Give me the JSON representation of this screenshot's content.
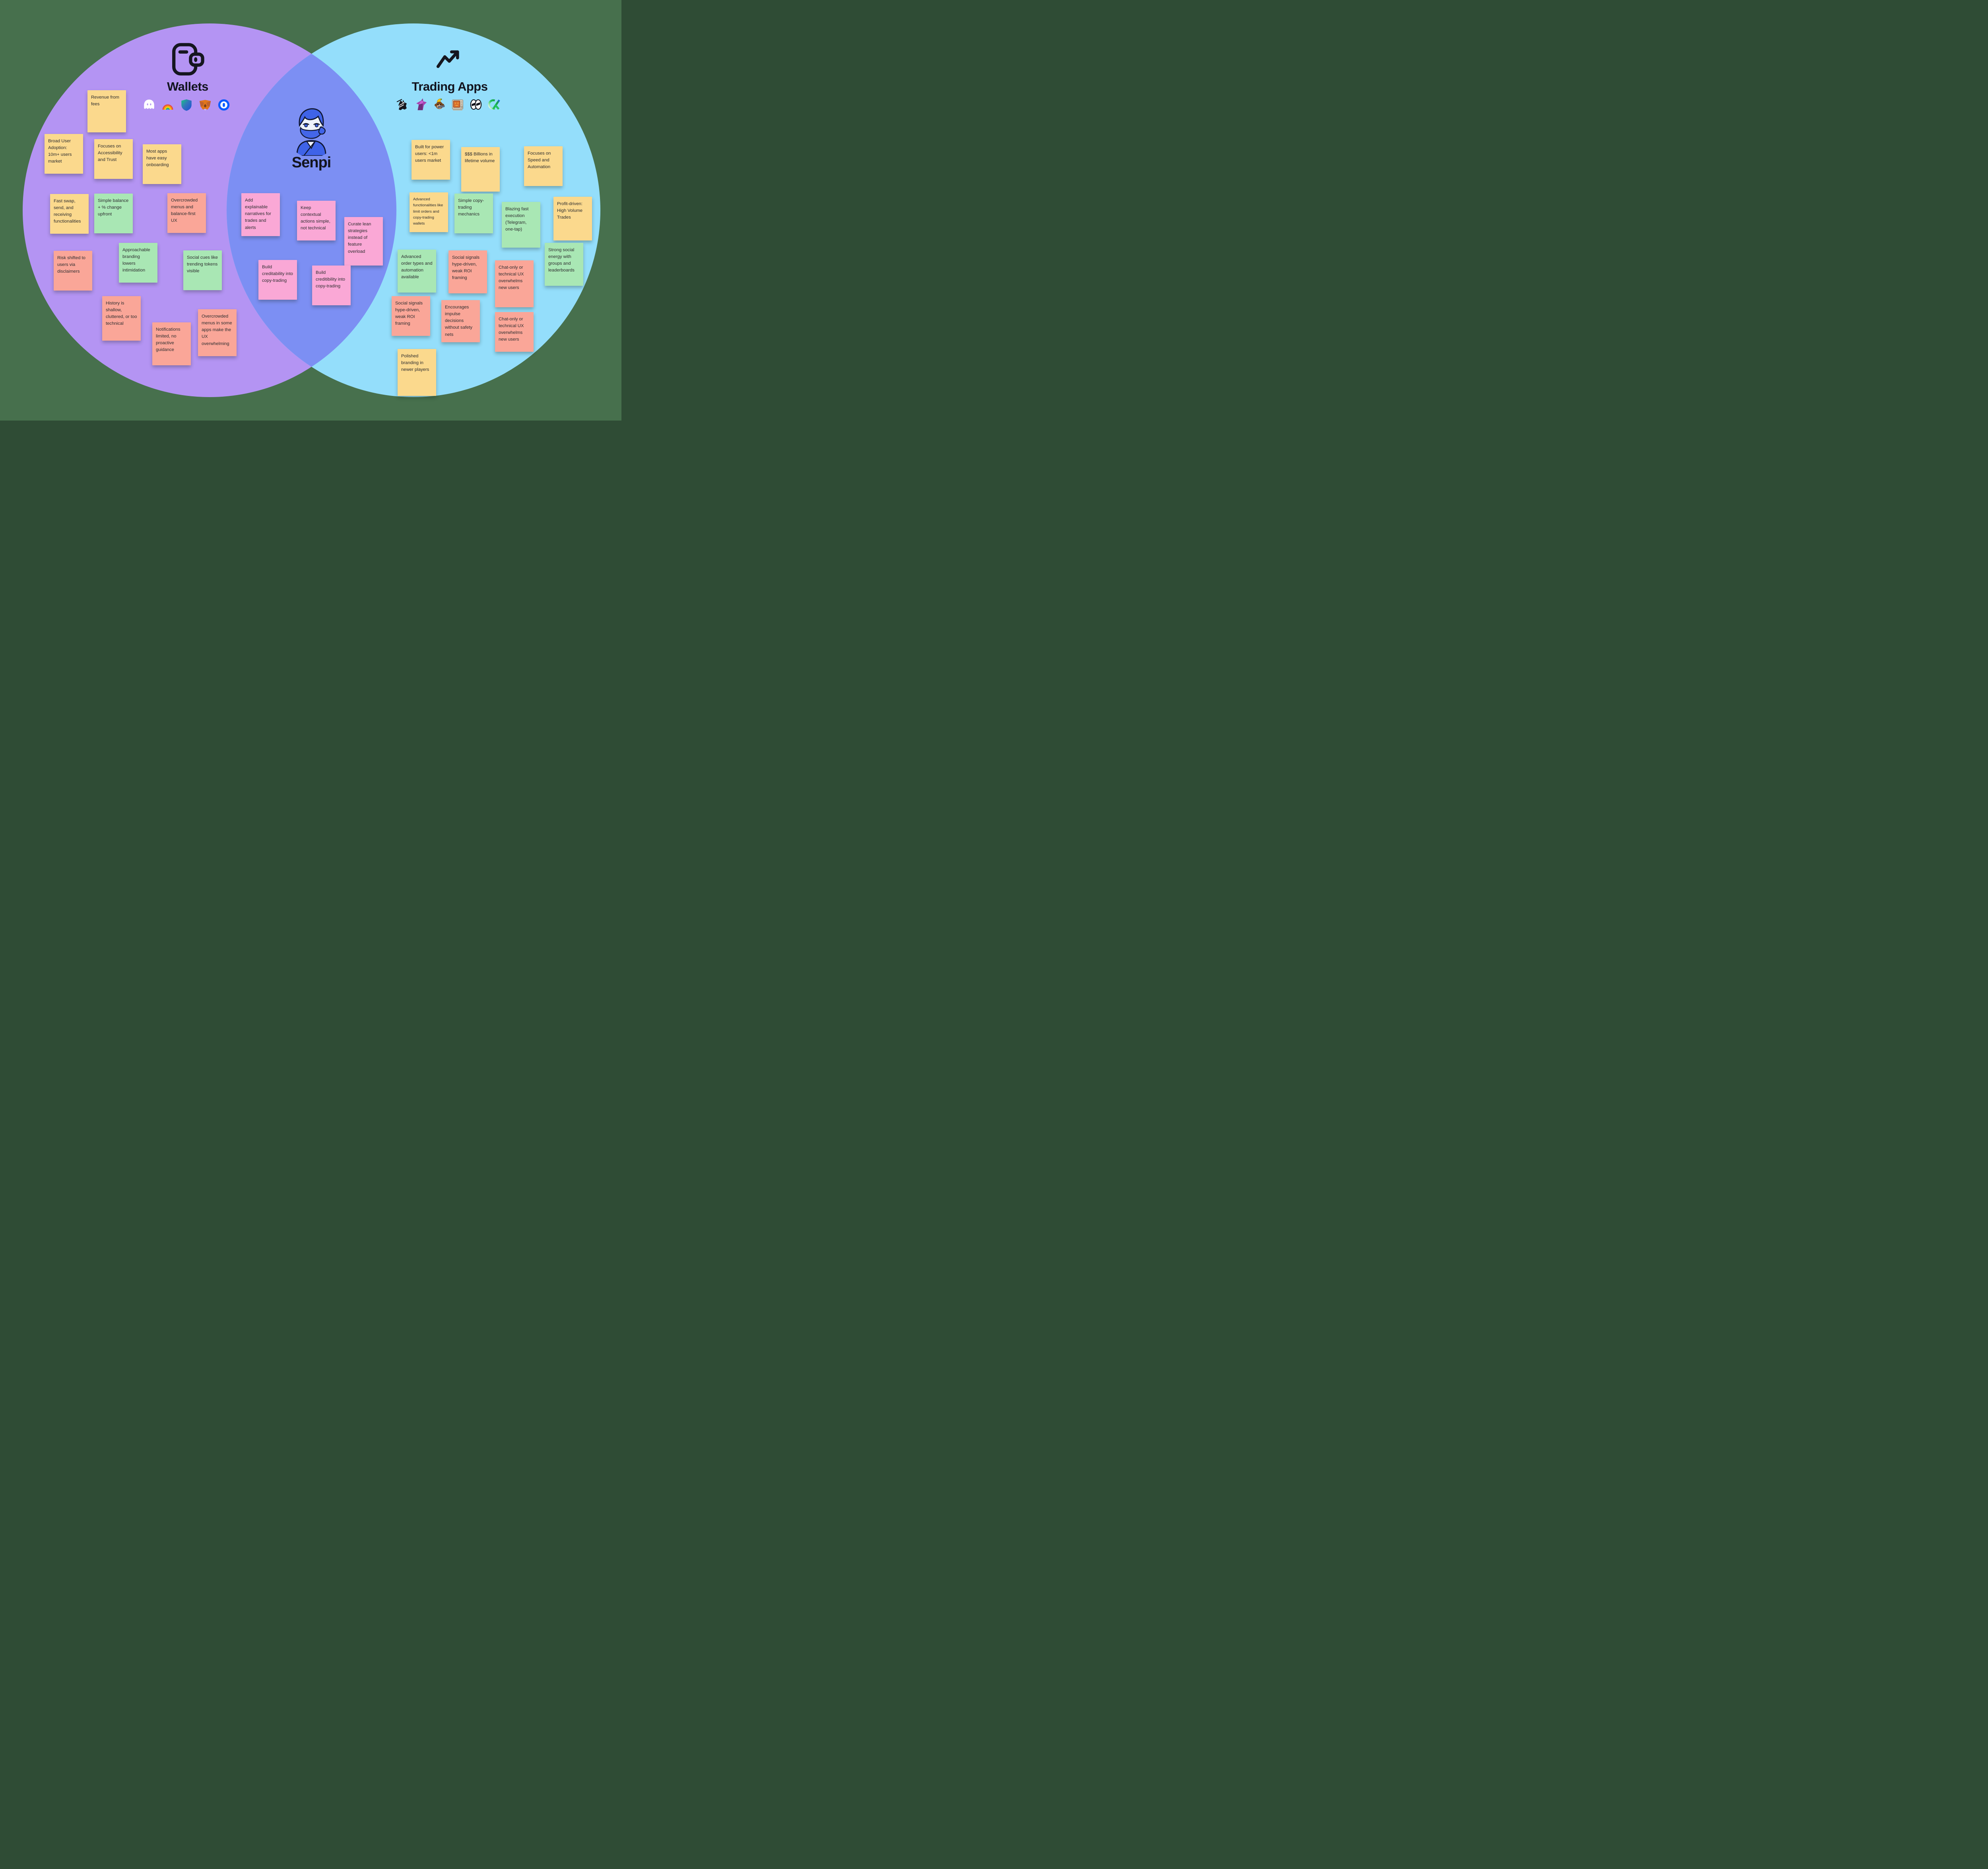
{
  "board": {
    "background": "#47704d"
  },
  "palette": {
    "purple_circle": "#b494f3",
    "blue_circle": "#94defb",
    "overlap_lens": "#7c8ff3",
    "note_yellow": "#fbd98d",
    "note_green": "#a9e7b4",
    "note_salmon": "#faa698",
    "note_pink": "#faa8d6",
    "board_bg": "#47704d",
    "title_text": "#12141f",
    "note_text": "#2d2d2f"
  },
  "wallets": {
    "title": "Wallets",
    "header_icon": "wallet-icon",
    "app_icons": [
      "phantom-ghost-icon",
      "rainbow-icon",
      "trust-shield-icon",
      "metamask-fox-icon",
      "coinbase-icon"
    ],
    "notes": [
      {
        "text": "Revenue from fees",
        "color": "yellow"
      },
      {
        "text": "Broad User Adoption: 10m+ users market",
        "color": "yellow"
      },
      {
        "text": "Focuses on Accessibility and Trust",
        "color": "yellow"
      },
      {
        "text": "Most apps have easy onboarding",
        "color": "yellow"
      },
      {
        "text": "Fast swap, send, and receiving functionalities",
        "color": "yellow"
      },
      {
        "text": "Simple balance + % change upfront",
        "color": "green"
      },
      {
        "text": "Overcrowded menus and balance-first UX",
        "color": "salmon"
      },
      {
        "text": "Risk shifted to users via disclaimers",
        "color": "salmon"
      },
      {
        "text": "Approachable branding lowers intimidation",
        "color": "green"
      },
      {
        "text": "Social cues like trending tokens visible",
        "color": "green"
      },
      {
        "text": "History is shallow, cluttered, or too technical",
        "color": "salmon"
      },
      {
        "text": "Notifications limited, no proactive guidance",
        "color": "salmon"
      },
      {
        "text": "Overcrowded menus in some apps make the UX overwhelming",
        "color": "salmon"
      }
    ]
  },
  "overlap": {
    "title": "Senpi",
    "avatar": "senpi-ninja-avatar",
    "notes": [
      {
        "text": "Add explainable narratives for trades and alerts",
        "color": "pink"
      },
      {
        "text": "Keep contextual actions simple, not technical",
        "color": "pink"
      },
      {
        "text": "Curate lean strategies instead of feature overload",
        "color": "pink"
      },
      {
        "text": "Build creditability into copy-trading",
        "color": "pink"
      },
      {
        "text": "Build creditibility into copy-trading",
        "color": "pink"
      }
    ]
  },
  "trading": {
    "title": "Trading Apps",
    "header_icon": "trending-up-icon",
    "app_icons": [
      "sketch-cat-icon",
      "origami-unicorn-icon",
      "banana-gun-monkey-icon",
      "retro-terminal-icon",
      "bubble-n-icon",
      "cx-gradient-icon"
    ],
    "notes": [
      {
        "text": "Built for power users: <1m users market",
        "color": "yellow"
      },
      {
        "text": "$$$ Billions in lifetime volume",
        "color": "yellow"
      },
      {
        "text": "Focuses on Speed and Automation",
        "color": "yellow"
      },
      {
        "text": "Advanced functionalities like limit orders and copy-trading wallets",
        "color": "yellow"
      },
      {
        "text": "Simple copy-trading mechanics",
        "color": "green"
      },
      {
        "text": "Blazing fast execution (Telegram, one-tap)",
        "color": "green"
      },
      {
        "text": "Profit-driven: High Volume Trades",
        "color": "yellow"
      },
      {
        "text": "Advanced order types and automation available",
        "color": "green"
      },
      {
        "text": "Social signals hype-driven, weak ROI framing",
        "color": "salmon"
      },
      {
        "text": "Chat-only or technical UX overwhelms new users",
        "color": "salmon"
      },
      {
        "text": "Strong social energy with groups and leaderboards",
        "color": "green"
      },
      {
        "text": "Social signals hype-driven, weak ROI framing",
        "color": "salmon"
      },
      {
        "text": "Encourages impulse decisions without safety nets",
        "color": "salmon"
      },
      {
        "text": "Chat-only or technical UX overwhelms new users",
        "color": "salmon"
      },
      {
        "text": "Polished branding in newer players",
        "color": "yellow"
      }
    ]
  }
}
